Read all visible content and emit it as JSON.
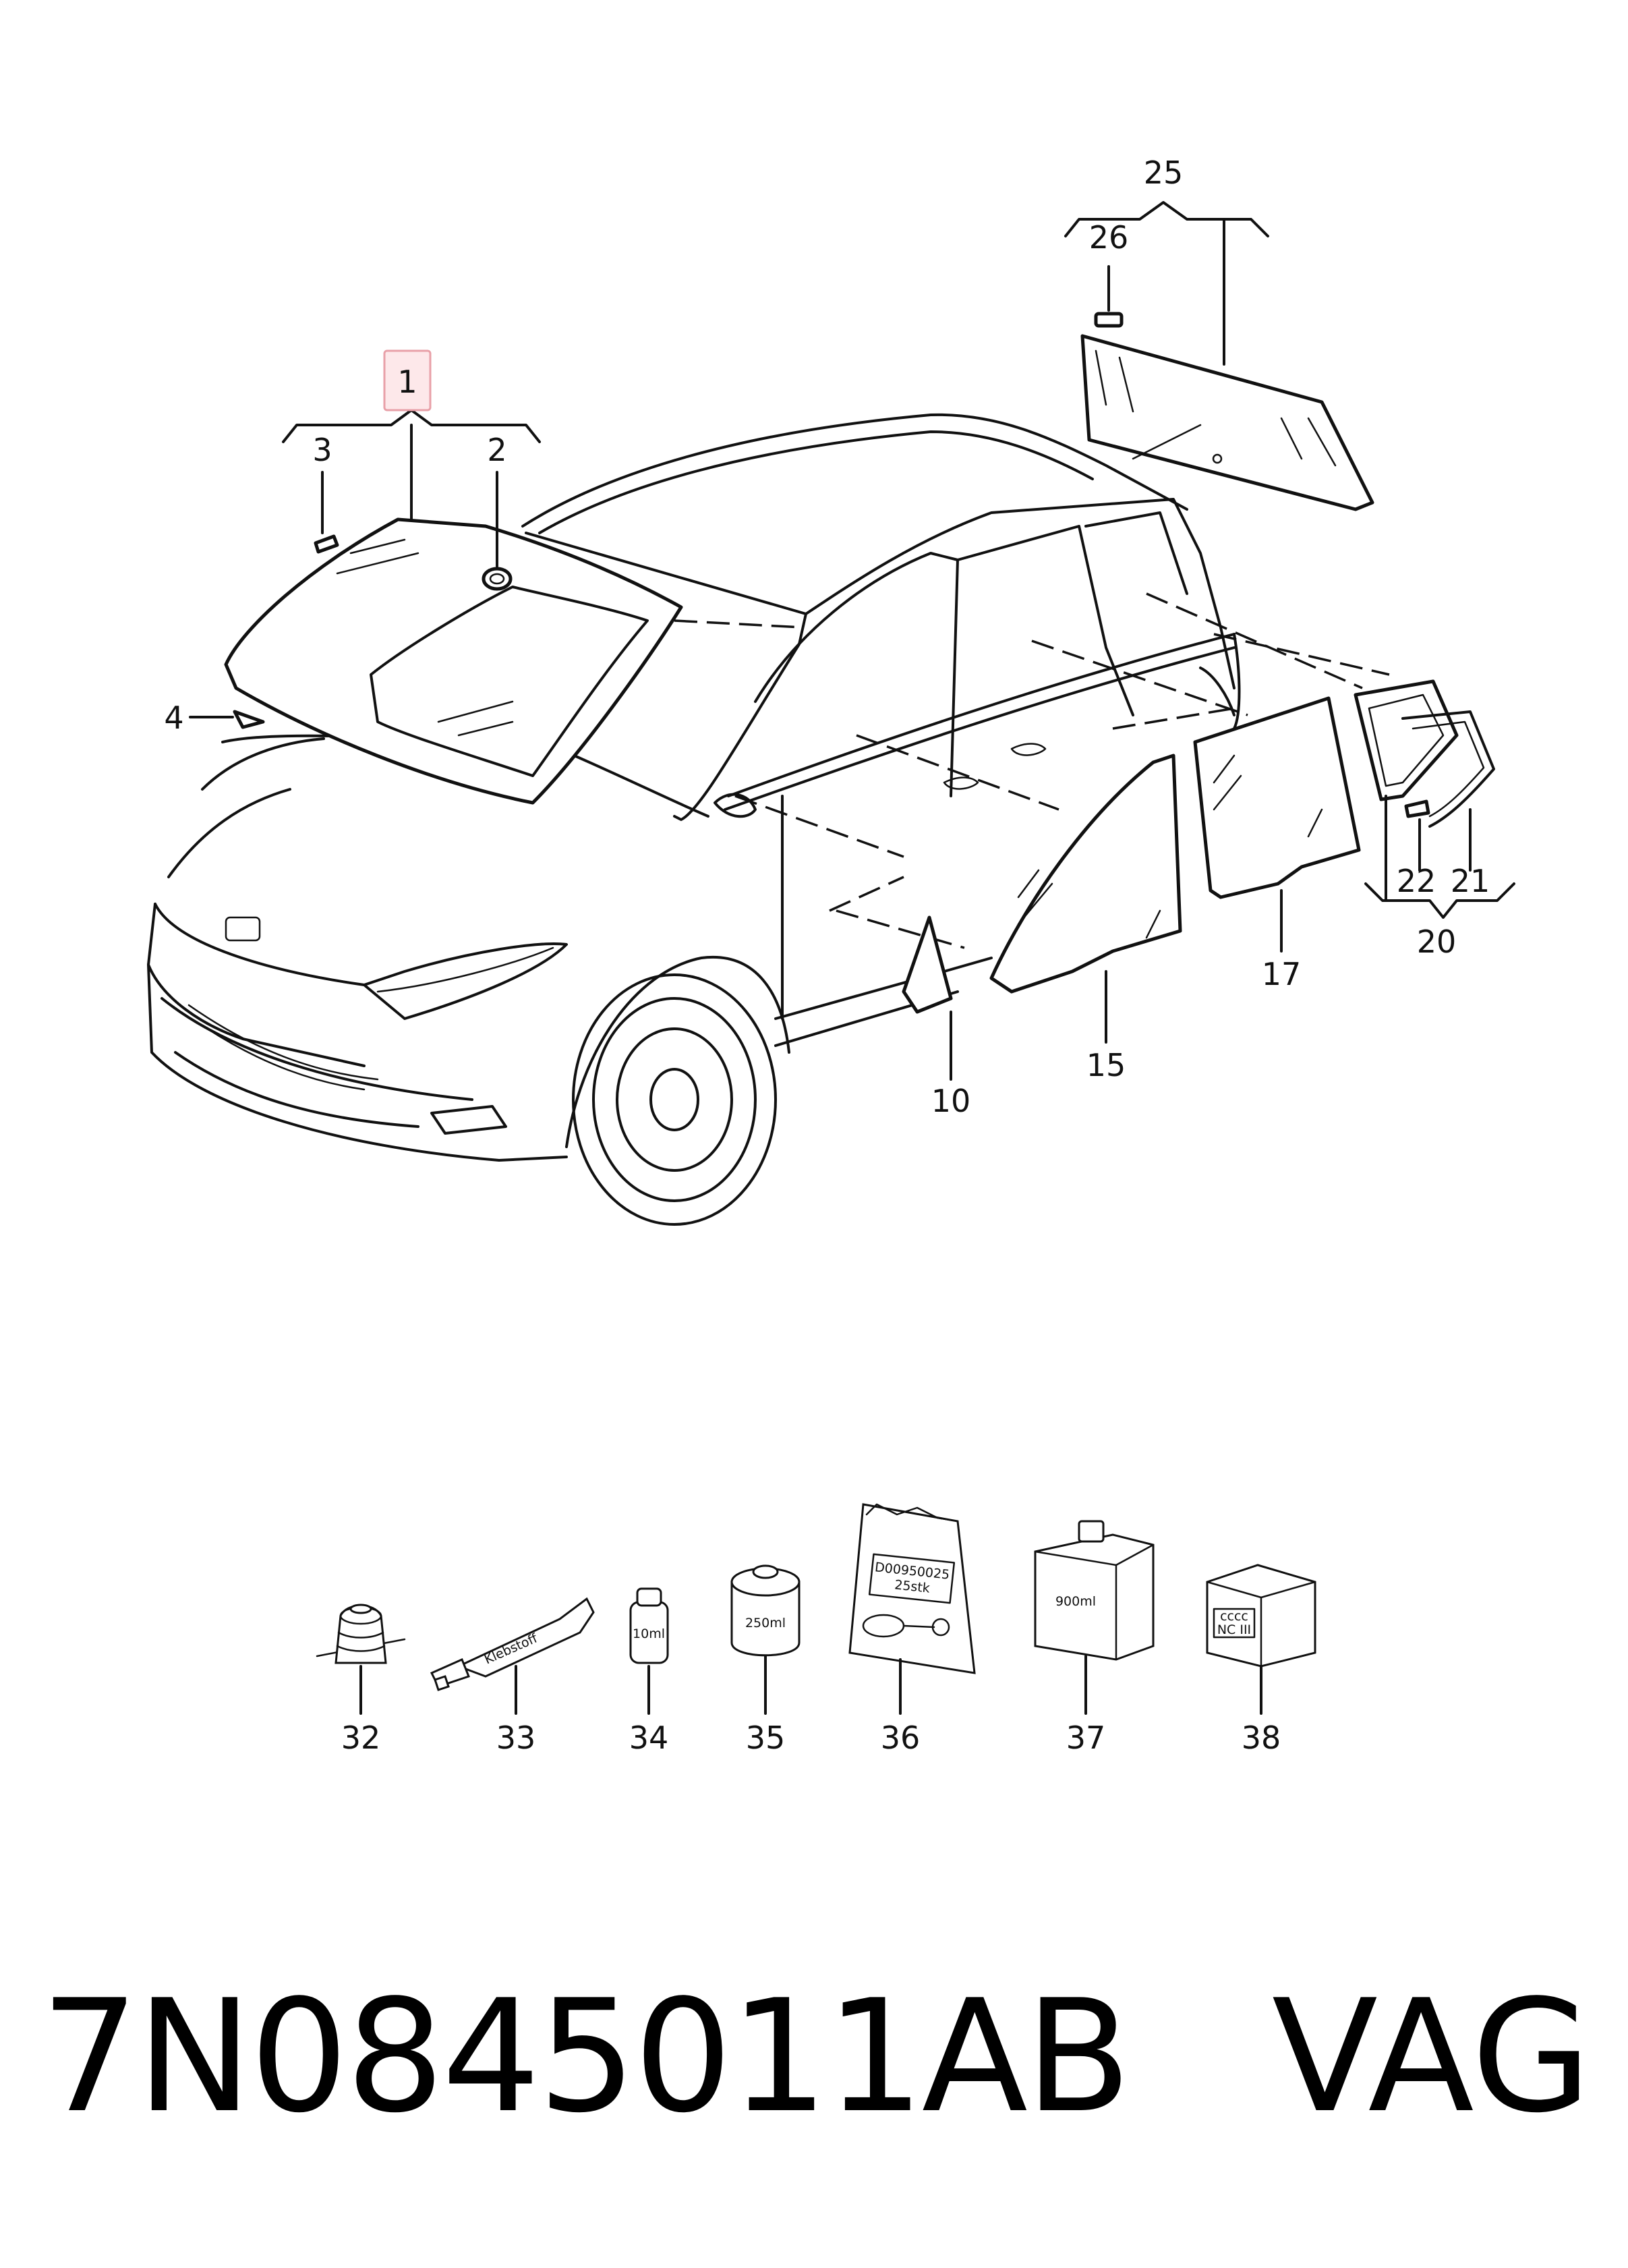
{
  "callouts": {
    "c1": "1",
    "c2": "2",
    "c3": "3",
    "c4": "4",
    "c10": "10",
    "c15": "15",
    "c17": "17",
    "c20": "20",
    "c21": "21",
    "c22": "22",
    "c25": "25",
    "c26": "26",
    "c32": "32",
    "c33": "33",
    "c34": "34",
    "c35": "35",
    "c36": "36",
    "c37": "37",
    "c38": "38"
  },
  "product_labels": {
    "tube": "Klebstoff",
    "bottle_small": "10ml",
    "can": "250ml",
    "bag_line1": "D00950025",
    "bag_line2": "25stk",
    "canister": "900ml",
    "box_line1": "cccc",
    "box_line2": "NC  III"
  },
  "highlight": {
    "callout": "1",
    "color": "#e8a0a8",
    "fill": "#fde8ea"
  },
  "footer": {
    "part_number": "7N0845011AB",
    "brand": "VAG"
  }
}
